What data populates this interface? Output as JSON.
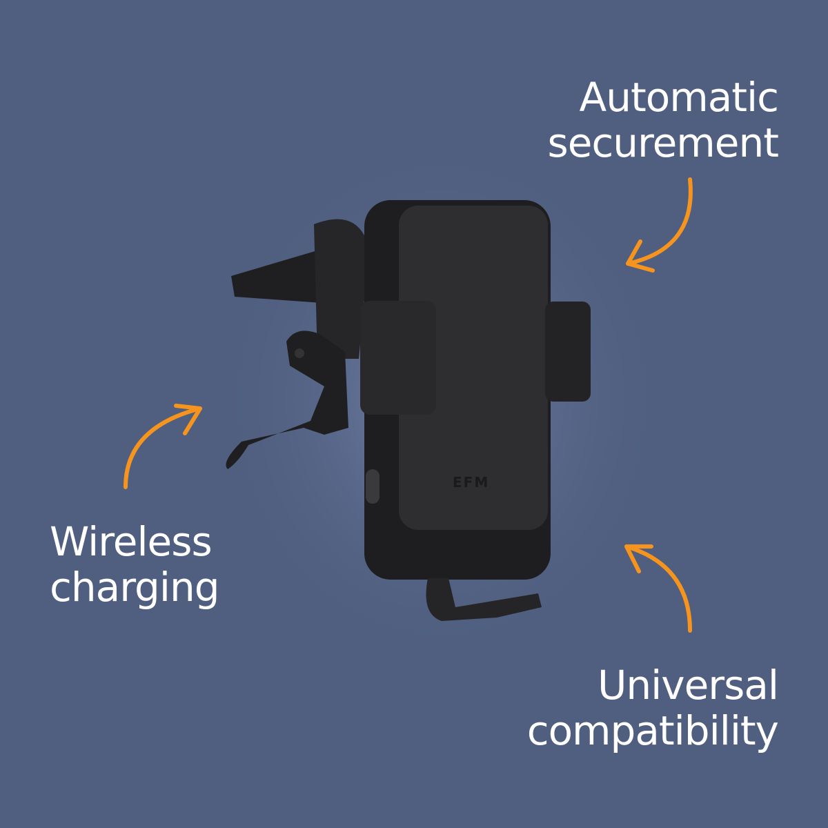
{
  "colors": {
    "background": "#505f80",
    "accent": "#f7941d",
    "text": "#ffffff",
    "product": "#2a2a2c"
  },
  "features": [
    {
      "line1": "Automatic",
      "line2": "securement"
    },
    {
      "line1": "Wireless",
      "line2": "charging"
    },
    {
      "line1": "Universal",
      "line2": "compatibility"
    }
  ],
  "product": {
    "brand_logo": "EFM",
    "icons": [
      "arrow-icon",
      "arrow-icon",
      "arrow-icon"
    ]
  }
}
